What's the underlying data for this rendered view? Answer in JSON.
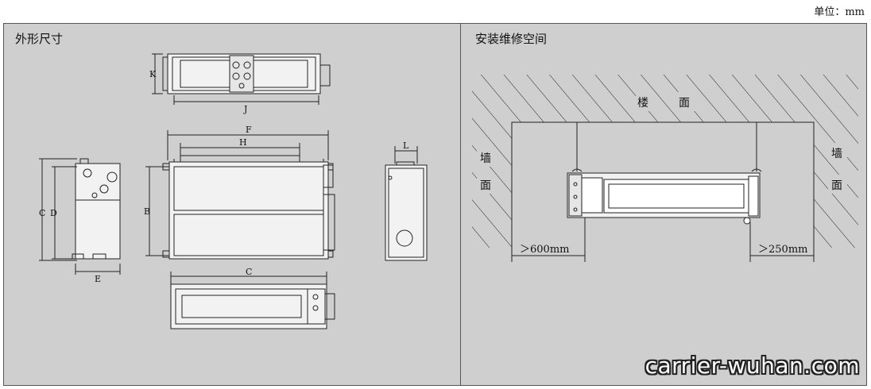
{
  "unit_label": "单位：mm",
  "left_panel": {
    "title": "外形尺寸",
    "dim_labels": {
      "K": "K",
      "J": "J",
      "F": "F",
      "H": "H",
      "L": "L",
      "D": "D",
      "C_side": "C",
      "B": "B",
      "E": "E",
      "C_bottom": "C"
    }
  },
  "right_panel": {
    "title": "安装维修空间",
    "floor_label_1": "楼",
    "floor_label_2": "面",
    "wall_left_1": "墙",
    "wall_left_2": "面",
    "wall_right_1": "墙",
    "wall_right_2": "面",
    "clearance_left": "＞600mm",
    "clearance_right": "＞250mm"
  },
  "watermark": "carrier-wuhan.com"
}
